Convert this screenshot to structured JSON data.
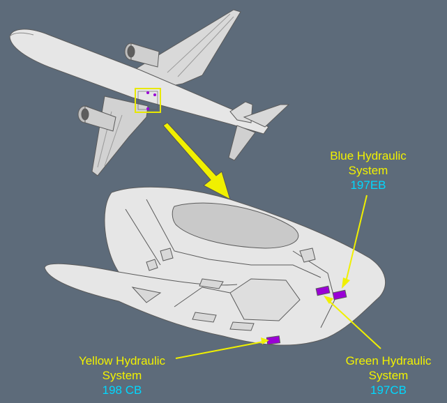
{
  "colors": {
    "background": "#5d6b7a",
    "aircraft_fill": "#e6e6e6",
    "aircraft_line": "#5a5a5a",
    "highlight_box": "#e8e800",
    "arrow": "#f0f000",
    "label_text": "#f2f200",
    "code_text": "#00d8ff",
    "panel_marker": "#9a00d6"
  },
  "callouts": {
    "blue": {
      "line1": "Blue Hydraulic",
      "line2": "System",
      "code": "197EB"
    },
    "yellow": {
      "line1": "Yellow Hydraulic",
      "line2": "System",
      "code": "198 CB"
    },
    "green": {
      "line1": "Green Hydraulic",
      "line2": "System",
      "code": "197CB"
    }
  },
  "icons": {
    "aircraft": "aircraft-topview-icon",
    "fuselage": "fuselage-section-icon",
    "zoom_arrow": "zoom-arrow-icon"
  }
}
